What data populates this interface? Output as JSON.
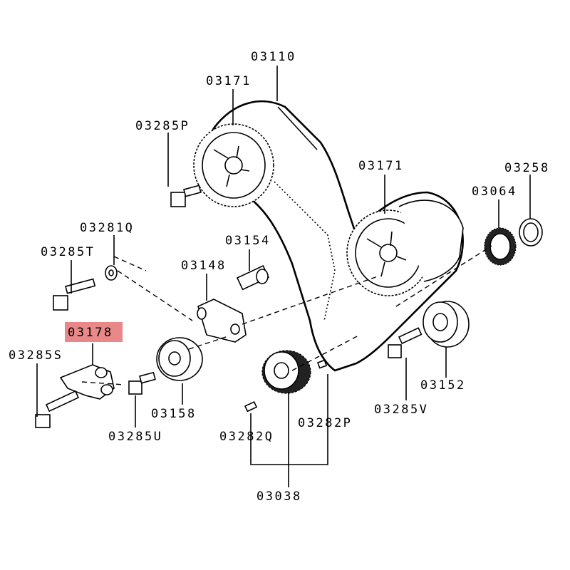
{
  "diagram": {
    "highlight_color": "#e57373",
    "labels": {
      "belt": "03110",
      "cam_sprocket_upper": "03171",
      "cam_sprocket_lower": "03171",
      "bolt_p": "03285P",
      "washer_q": "03281Q",
      "pin_03154": "03154",
      "bolt_t": "03285T",
      "bracket": "03148",
      "tensioner_arm": "03178",
      "bolt_s": "03285S",
      "tensioner_pulley": "03158",
      "bolt_u": "03285U",
      "washer_03258": "03258",
      "washer_03064": "03064",
      "idler_pulley": "03152",
      "bolt_v": "03285V",
      "crank_sprocket": "03038",
      "key_p": "03282P",
      "key_q": "03282Q"
    }
  }
}
